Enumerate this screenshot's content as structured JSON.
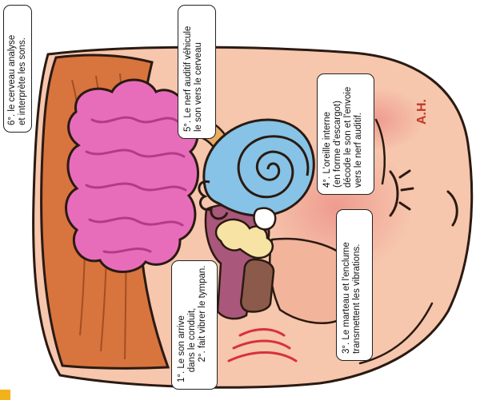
{
  "callouts": {
    "brain": "6°. le cerveau analyse\net interprète les sons.",
    "nerve": "5°. Le nerf auditif véhicule\nle son vers le cerveau",
    "cochlea": "4°. L'oreille interne\n(en forme d'escargot)\ndécode le son et l'envoie\nvers le nerf auditif.",
    "ossicles": "3°. Le marteau et l'enclume\ntransmettent les vibrations.",
    "canal": "1°. Le son arrive\n    dans le conduit,\n        2°. fait vibrer le tympan."
  },
  "signature": "A.H.",
  "colors": {
    "skin": "#f6c6ad",
    "skin_shadow": "#ec9e8c",
    "hair": "#d8743e",
    "brain": "#e76dbb",
    "brain_fold": "#b23b88",
    "nerve": "#e9ac62",
    "cochlea": "#86c3e6",
    "canal": "#a9577a",
    "ossicles": "#f7e3a3",
    "accent": "#f2b21c"
  }
}
